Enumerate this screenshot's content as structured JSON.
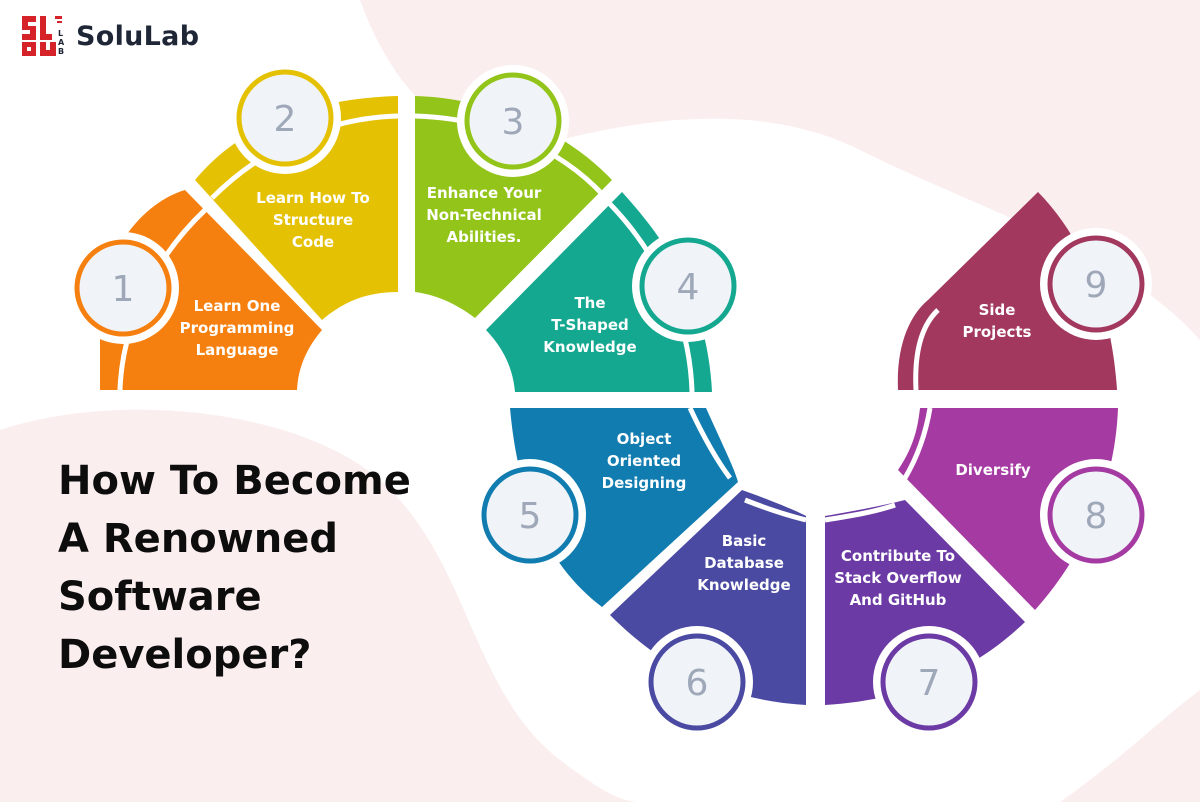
{
  "brand": {
    "name": "SoluLab",
    "logo_text": "SL-TOULAB"
  },
  "headline": {
    "lines": [
      "How To Become",
      "A Renowned",
      "Software",
      "Developer?"
    ]
  },
  "steps": [
    {
      "number": "1",
      "lines": [
        "Learn One",
        "Programming",
        "Language"
      ],
      "color": "#f5800f",
      "ring": "#f5800f"
    },
    {
      "number": "2",
      "lines": [
        "Learn How To",
        "Structure",
        "Code"
      ],
      "color": "#e5c104",
      "ring": "#e5c104"
    },
    {
      "number": "3",
      "lines": [
        "Enhance Your",
        "Non-Technical",
        "Abilities."
      ],
      "color": "#93c41a",
      "ring": "#93c41a"
    },
    {
      "number": "4",
      "lines": [
        "The",
        "T-Shaped",
        "Knowledge"
      ],
      "color": "#14a890",
      "ring": "#14a890"
    },
    {
      "number": "5",
      "lines": [
        "Object",
        "Oriented",
        "Designing"
      ],
      "color": "#117cb0",
      "ring": "#117cb0"
    },
    {
      "number": "6",
      "lines": [
        "Basic",
        "Database",
        "Knowledge"
      ],
      "color": "#4a4aa3",
      "ring": "#4a4aa3"
    },
    {
      "number": "7",
      "lines": [
        "Contribute To",
        "Stack Overflow",
        "And GitHub"
      ],
      "color": "#6b3aa5",
      "ring": "#6b3aa5"
    },
    {
      "number": "8",
      "lines": [
        "Diversify"
      ],
      "color": "#a43aa2",
      "ring": "#a43aa2"
    },
    {
      "number": "9",
      "lines": [
        "Side",
        "Projects"
      ],
      "color": "#a2385d",
      "ring": "#a2385d"
    }
  ],
  "colors": {
    "background_blob": "#fbeeee",
    "headline": "#0d0d0d",
    "number": "#9ea8b8"
  }
}
